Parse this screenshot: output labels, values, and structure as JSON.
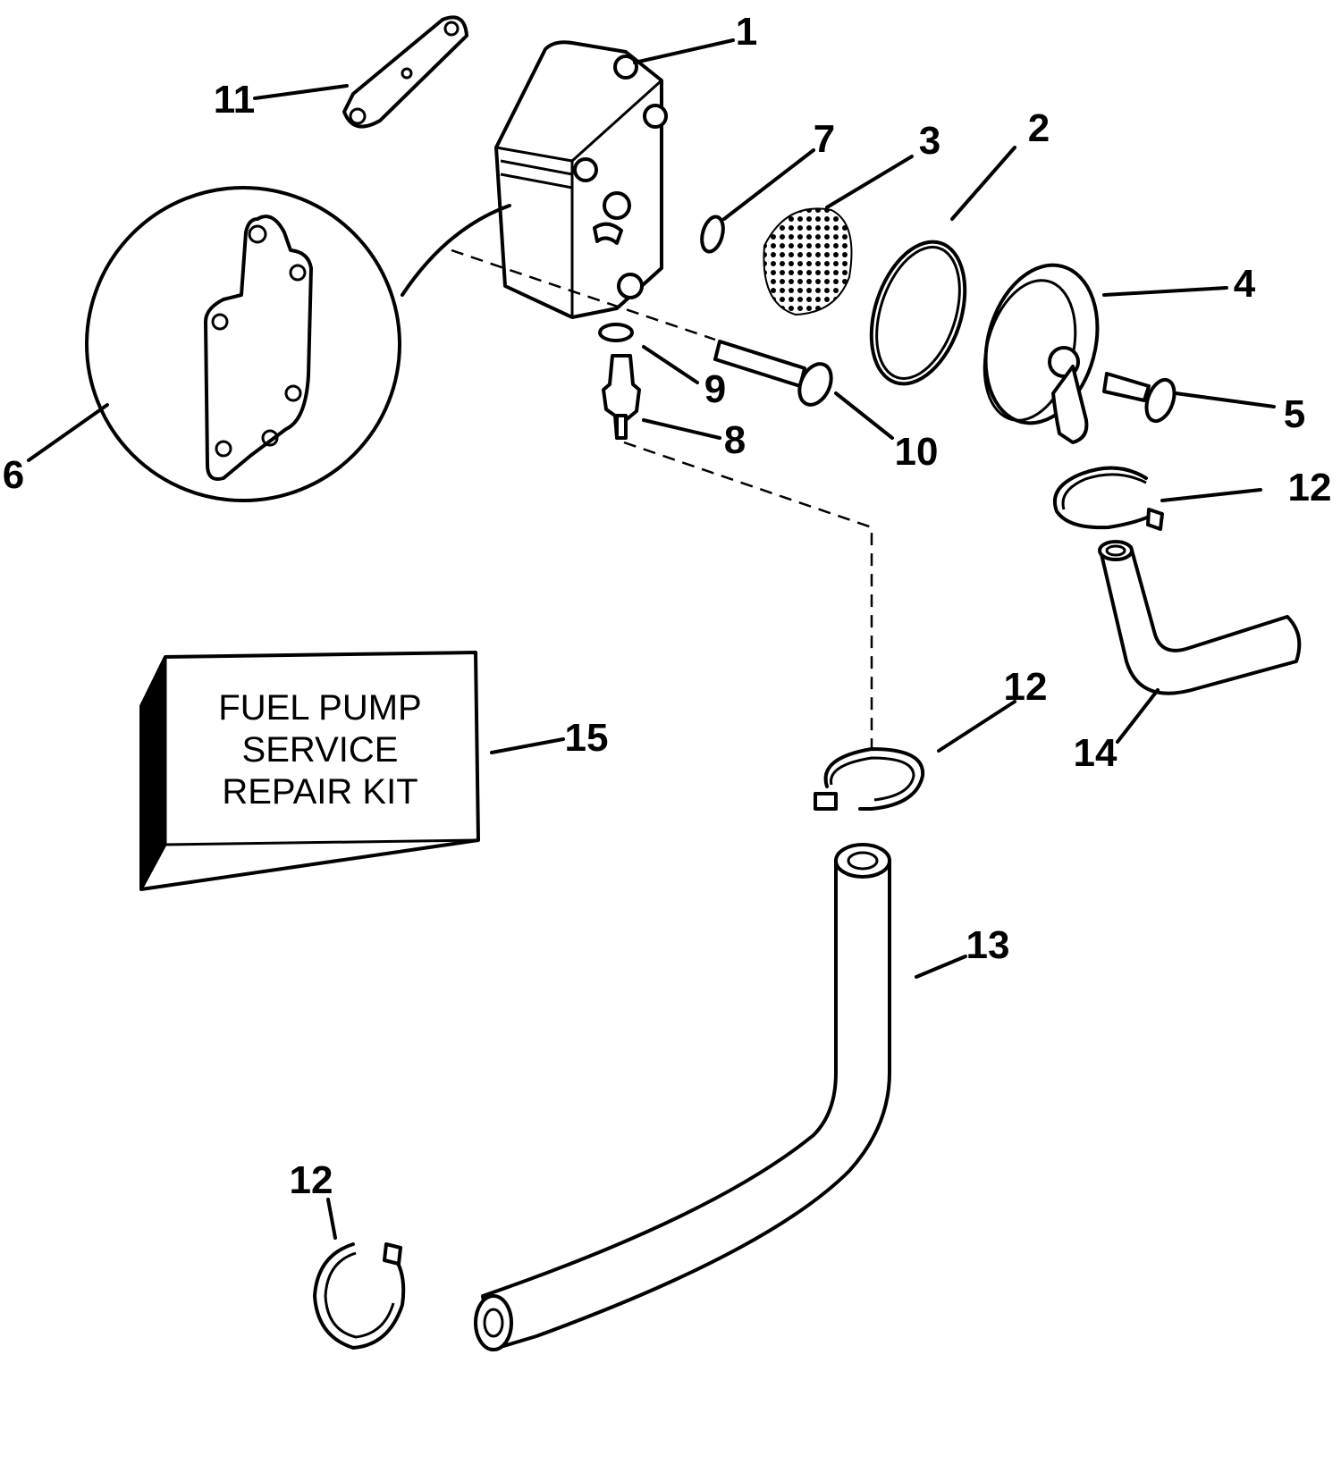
{
  "callouts": {
    "c1": "1",
    "c2": "2",
    "c3": "3",
    "c4": "4",
    "c5": "5",
    "c6": "6",
    "c7": "7",
    "c8": "8",
    "c9": "9",
    "c10": "10",
    "c11": "11",
    "c12a": "12",
    "c12b": "12",
    "c12c": "12",
    "c13": "13",
    "c14": "14",
    "c15": "15"
  },
  "kit_box": {
    "line1": "FUEL PUMP",
    "line2": "SERVICE",
    "line3": "REPAIR KIT"
  }
}
